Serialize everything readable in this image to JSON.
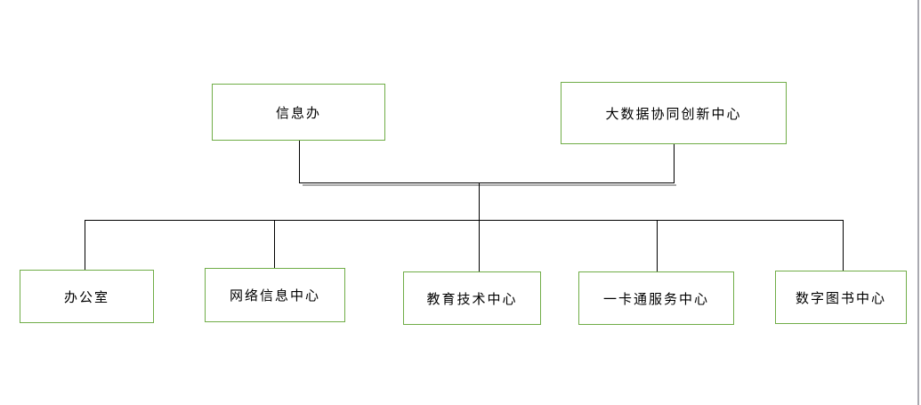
{
  "diagram": {
    "type": "org-chart",
    "top_nodes": [
      {
        "label": "信息办"
      },
      {
        "label": "大数据协同创新中心"
      }
    ],
    "bottom_nodes": [
      {
        "label": "办公室"
      },
      {
        "label": "网络信息中心"
      },
      {
        "label": "教育技术中心"
      },
      {
        "label": "一卡通服务中心"
      },
      {
        "label": "数字图书中心"
      }
    ],
    "colors": {
      "box_border": "#70AD47",
      "box_fill": "#FFFFFF",
      "connector_line": "#000000",
      "connector_shadow": "#9B9B9B",
      "text": "#000000",
      "background": "#FFFFFF",
      "page_edge": "#A9A9B0"
    }
  }
}
